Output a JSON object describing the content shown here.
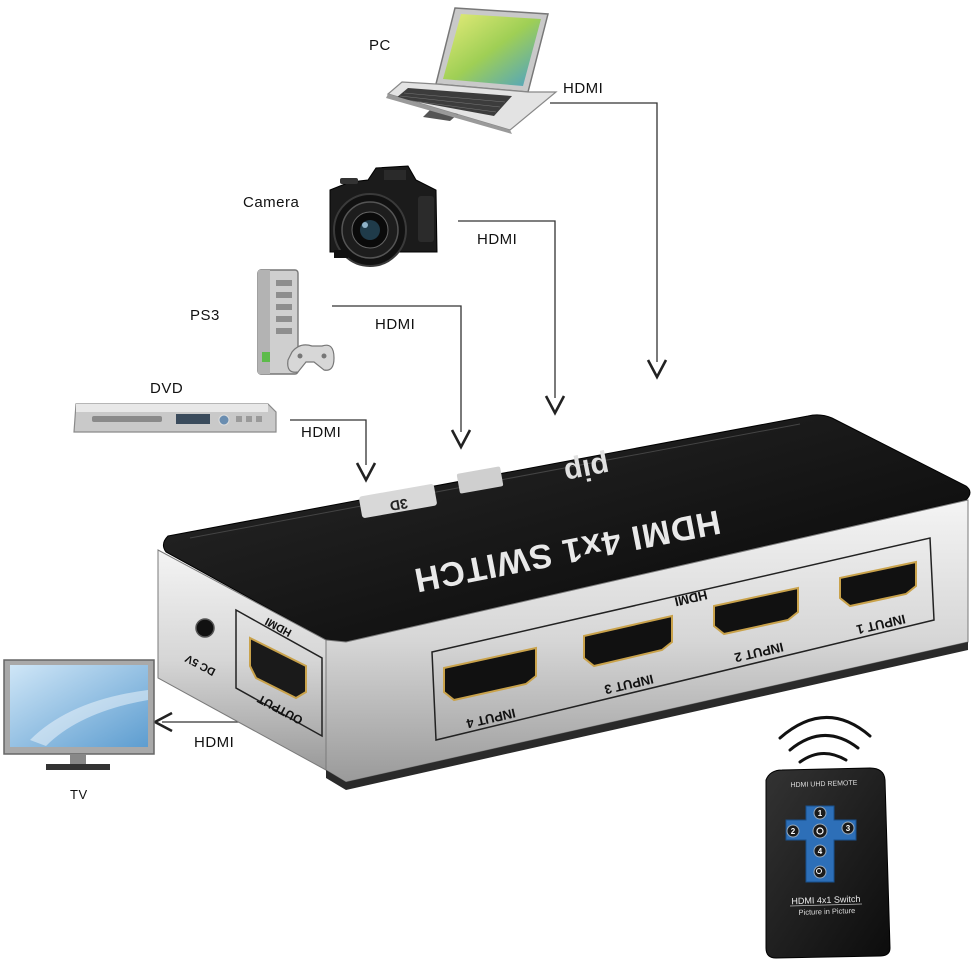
{
  "devices": {
    "pc": "PC",
    "camera": "Camera",
    "ps3": "PS3",
    "dvd": "DVD",
    "tv": "TV"
  },
  "connections": {
    "pc": "HDMI",
    "camera": "HDMI",
    "ps3": "HDMI",
    "dvd": "HDMI",
    "tv": "HDMI"
  },
  "switch": {
    "title": "HDMI 4x1 SWITCH",
    "pip": "pip",
    "badge_3d": "3D",
    "hdmi_group": "HDMI",
    "output_hdmi": "HDMI",
    "output": "OUTPUT",
    "dc": "DC 5V",
    "inputs": [
      "INPUT 1",
      "INPUT 2",
      "INPUT 3",
      "INPUT 4"
    ]
  },
  "remote": {
    "header": "HDMI UHD REMOTE",
    "keys": [
      "1",
      "2",
      "3",
      "4"
    ],
    "footer1": "HDMI 4x1 Switch",
    "footer2": "Picture in Picture"
  }
}
